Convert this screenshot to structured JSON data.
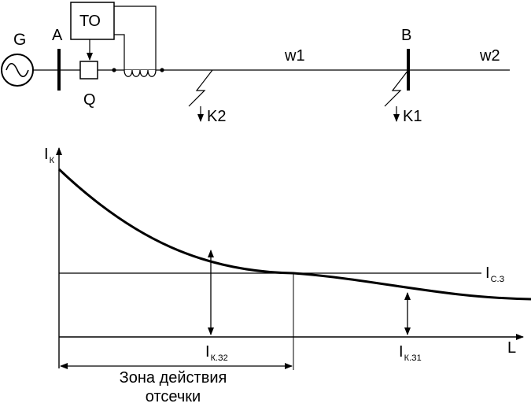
{
  "schematic": {
    "generator_label": "G",
    "bus_a_label": "A",
    "bus_b_label": "B",
    "relay_label": "ТО",
    "breaker_label": "Q",
    "line1_label": "w1",
    "line2_label": "w2",
    "fault1_label": "K1",
    "fault2_label": "K2"
  },
  "graph": {
    "y_axis_main": "I",
    "y_axis_sub": "К",
    "x_axis_label": "L",
    "setting_main": "I",
    "setting_sub": "С.З",
    "fault2_current_main": "I",
    "fault2_current_sub": "К.З2",
    "fault1_current_main": "I",
    "fault1_current_sub": "К.З1",
    "zone_caption_line1": "Зона действия",
    "zone_caption_line2": "отсечки"
  }
}
